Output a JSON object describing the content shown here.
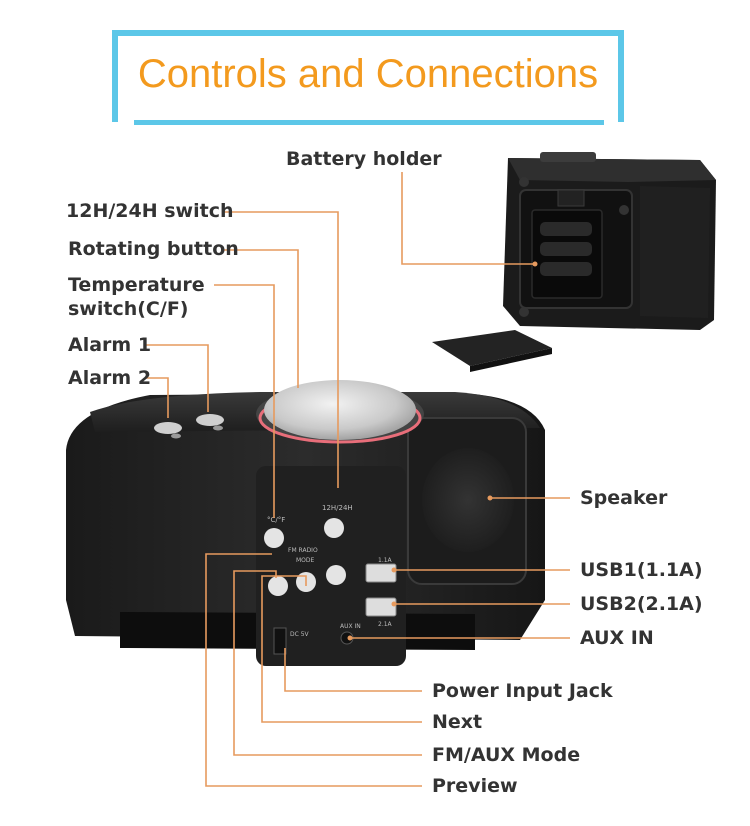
{
  "title": "Controls and Connections",
  "colors": {
    "title": "#f39a1e",
    "frame": "#5cc7e8",
    "leader": "#e69a5e"
  },
  "labels": {
    "battery_holder": "Battery holder",
    "switch_12h_24h": "12H/24H switch",
    "rotating_button": "Rotating button",
    "temperature_line1": "Temperature",
    "temperature_line2": "switch(C/F)",
    "alarm1": "Alarm 1",
    "alarm2": "Alarm 2",
    "speaker": "Speaker",
    "usb1": "USB1(1.1A)",
    "usb2": "USB2(2.1A)",
    "aux_in": "AUX IN",
    "power_input": "Power Input Jack",
    "next": "Next",
    "fm_aux_mode": "FM/AUX Mode",
    "preview": "Preview"
  },
  "device_markings": {
    "cf": "°C/°F",
    "h12_24": "12H/24H",
    "fm_radio": "FM RADIO",
    "mode": "MODE",
    "aux_in": "AUX IN",
    "dc": "DC 5V",
    "usb1": "1.1A",
    "usb2": "2.1A"
  }
}
